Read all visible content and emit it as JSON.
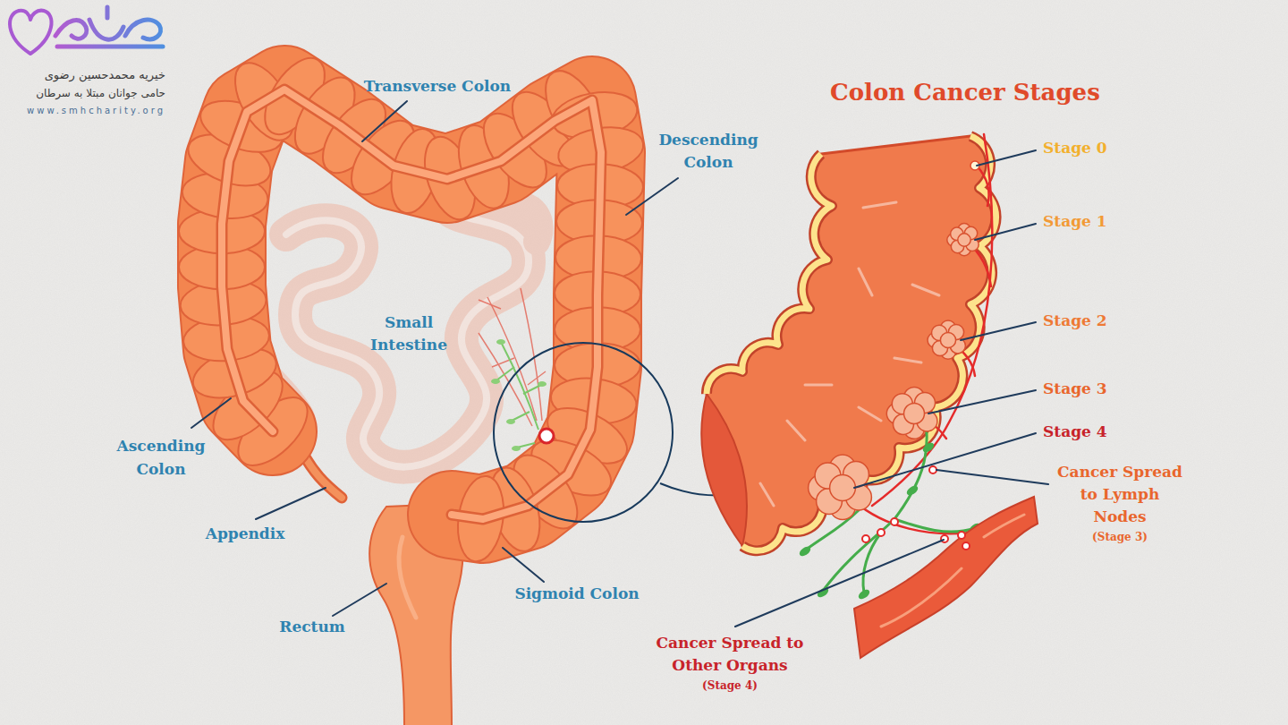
{
  "diagram": {
    "title": "Colon Cancer Stages",
    "labels": [
      "خیریه محمدحسین رضوی",
      "حامی جوانان مبتلا به سرطان",
      "www.smhcharity.org",
      "Transverse Colon",
      "Descending Colon",
      "Small Intestine",
      "Ascending Colon",
      "Appendix",
      "Sigmoid Colon",
      "Rectum",
      "Stage 0",
      "Stage 1",
      "Stage 2",
      "Stage 3",
      "Stage 4",
      "Cancer Spread to Lymph Nodes",
      "(Stage 3)",
      "Cancer Spread to Other Organs",
      "(Stage 4)"
    ]
  }
}
